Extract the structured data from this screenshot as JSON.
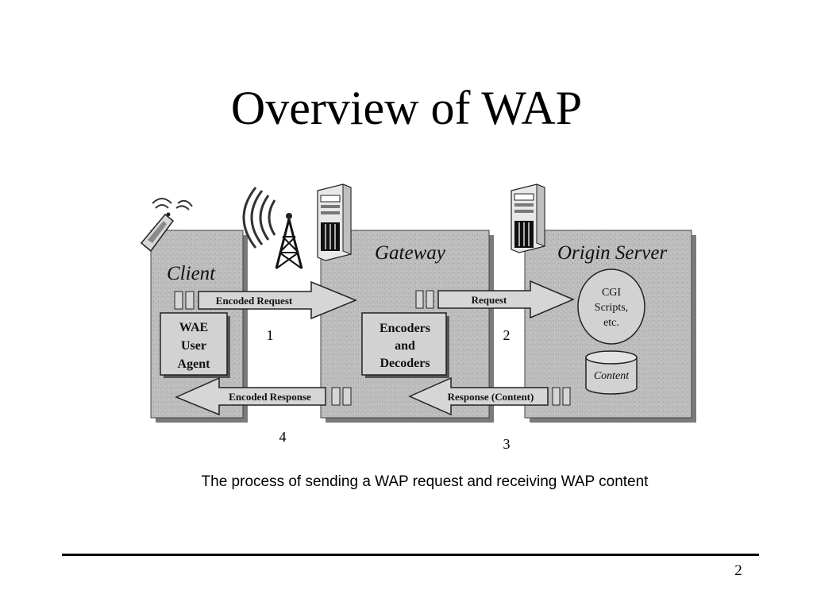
{
  "slide": {
    "title": "Overview of WAP",
    "caption": "The process of sending a WAP request and receiving WAP content",
    "page_number": "2"
  },
  "diagram": {
    "panels": {
      "client": "Client",
      "gateway": "Gateway",
      "origin_server": "Origin Server"
    },
    "boxes": {
      "wae_user_agent": [
        "WAE",
        "User",
        "Agent"
      ],
      "encoders_decoders": [
        "Encoders",
        "and",
        "Decoders"
      ]
    },
    "arrows": {
      "encoded_request": "Encoded Request",
      "request": "Request",
      "encoded_response": "Encoded Response",
      "response_content": "Response (Content)"
    },
    "origin_items": {
      "cgi": [
        "CGI",
        "Scripts,",
        "etc."
      ],
      "content": "Content"
    },
    "steps": [
      "1",
      "2",
      "3",
      "4"
    ]
  },
  "colors": {
    "panel_fill": "#b9b9b9",
    "panel_shadow": "#7a7a7a",
    "arrow_fill": "#d6d6d6",
    "box_fill": "#d2d2d2",
    "outline": "#222222",
    "background": "#ffffff"
  },
  "icons": [
    "mobile-phone-icon",
    "radio-tower-icon",
    "server-icon"
  ]
}
